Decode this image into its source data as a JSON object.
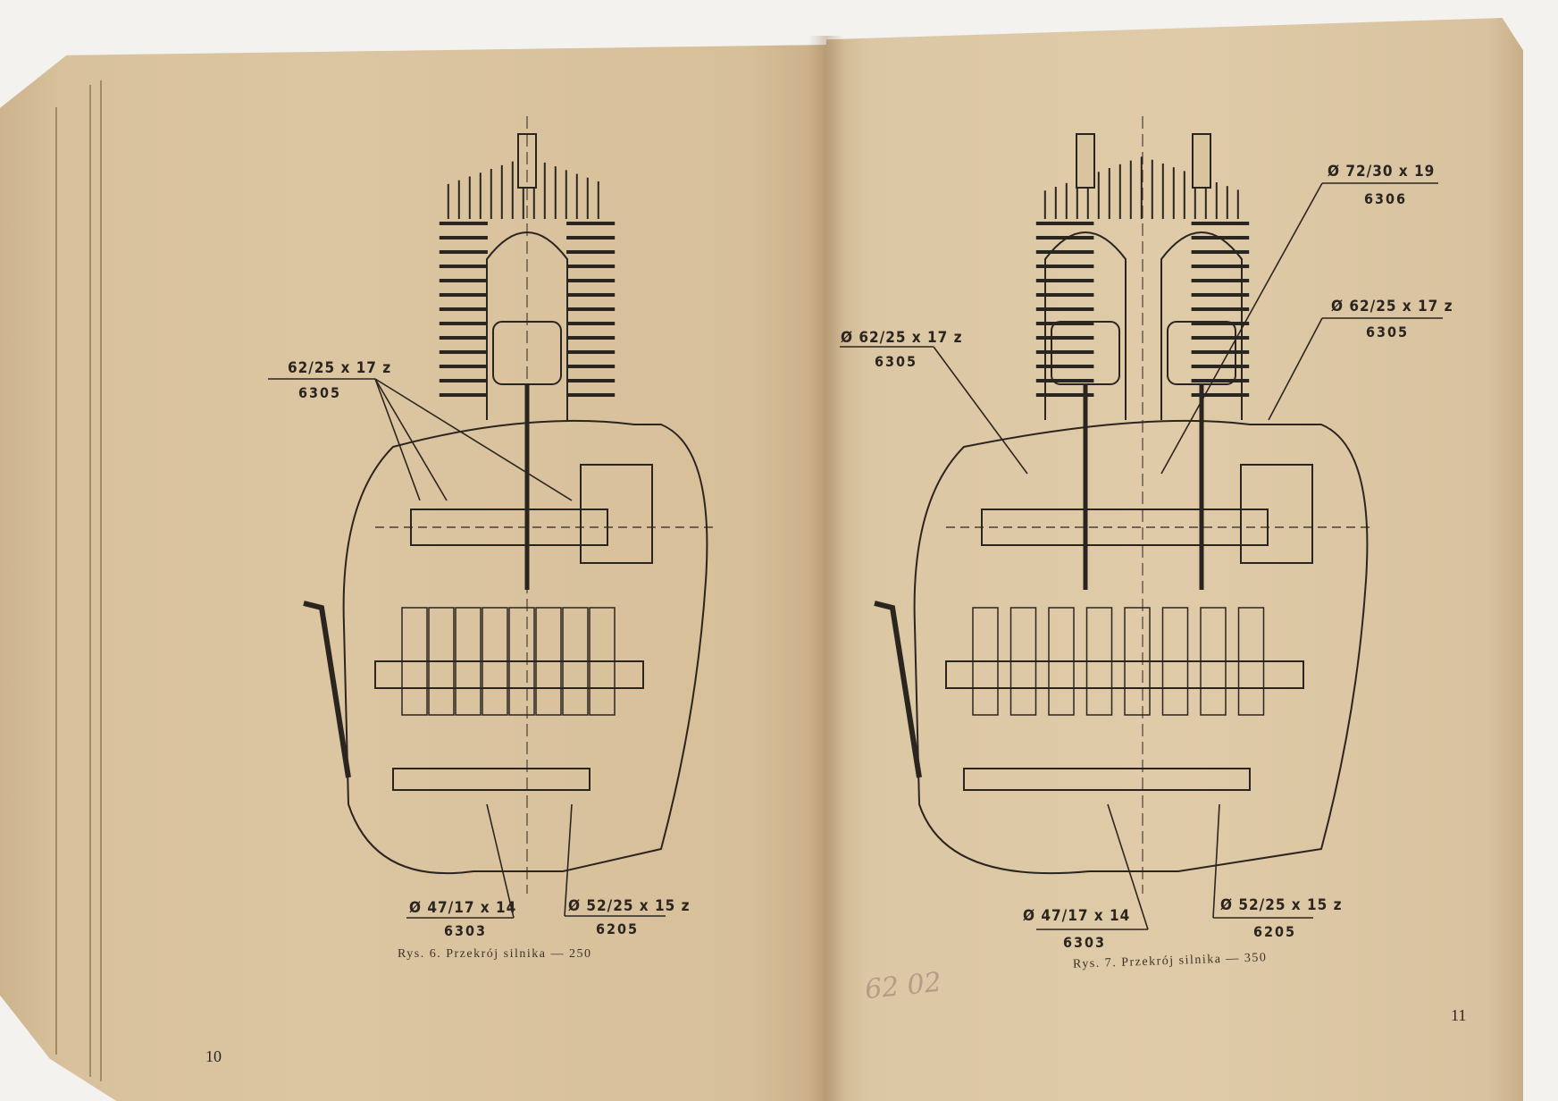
{
  "left_page": {
    "page_number": "10",
    "caption": "Rys. 6. Przekrój silnika — 250",
    "labels": [
      {
        "spec": "62/25 x 17 z",
        "code": "6305"
      },
      {
        "spec": "Ø 47/17 x 14",
        "code": "6303"
      },
      {
        "spec": "Ø 52/25 x 15 z",
        "code": "6205"
      }
    ]
  },
  "right_page": {
    "page_number": "11",
    "caption": "Rys. 7. Przekrój silnika — 350",
    "handwritten_note": "62 02",
    "labels": [
      {
        "spec": "Ø 62/25 x 17 z",
        "code": "6305"
      },
      {
        "spec": "Ø 72/30 x 19",
        "code": "6306"
      },
      {
        "spec": "Ø 62/25 x 17 z",
        "code": "6305"
      },
      {
        "spec": "Ø 47/17 x 14",
        "code": "6303"
      },
      {
        "spec": "Ø 52/25 x 15 z",
        "code": "6205"
      }
    ]
  },
  "colors": {
    "paper": "#dcc6a2",
    "ink": "#2b2520"
  }
}
